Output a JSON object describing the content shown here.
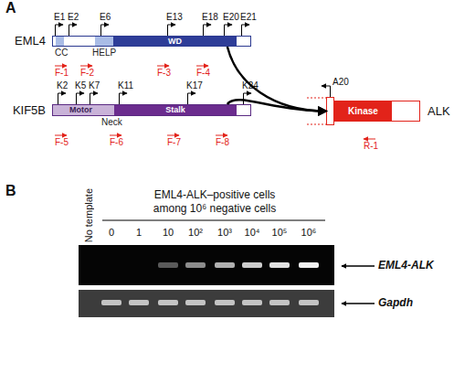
{
  "diagram": {
    "nodes": [
      {
        "text": [
          "EML4"
        ]
      },
      {
        "text": [
          "CC"
        ],
        "in": 0
      },
      {
        "text": [
          "HELP"
        ],
        "in": 0
      },
      {
        "text": [
          "WD"
        ],
        "in": 0
      },
      {
        "text": [
          "KIF5B"
        ]
      },
      {
        "text": [
          "Motor"
        ],
        "in": 4
      },
      {
        "text": [
          "Neck"
        ],
        "in": 4
      },
      {
        "text": [
          "Stalk"
        ],
        "in": 4
      },
      {
        "text": [
          "ALK"
        ]
      },
      {
        "text": [
          "Kinase"
        ],
        "in": 8
      }
    ],
    "edges": [
      {
        "from": 0,
        "to": 8,
        "arrow": "to"
      },
      {
        "from": 4,
        "to": 8,
        "arrow": "to"
      }
    ],
    "labels": [
      "A",
      "E1",
      "E2",
      "E6",
      "E13",
      "E18",
      "E20",
      "E21",
      "F-1",
      "F-2",
      "F-3",
      "F-4",
      "K2",
      "K5",
      "K7",
      "K11",
      "K17",
      "K24",
      "F-5",
      "F-6",
      "F-7",
      "F-8",
      "A20",
      "R-1",
      "B",
      "No template",
      "EML4-ALK–positive cells among 10⁶ negative cells",
      "0",
      "1",
      "10",
      "10²",
      "10³",
      "10⁴",
      "10⁵",
      "10⁶",
      "EML4-ALK",
      "Gapdh"
    ]
  }
}
